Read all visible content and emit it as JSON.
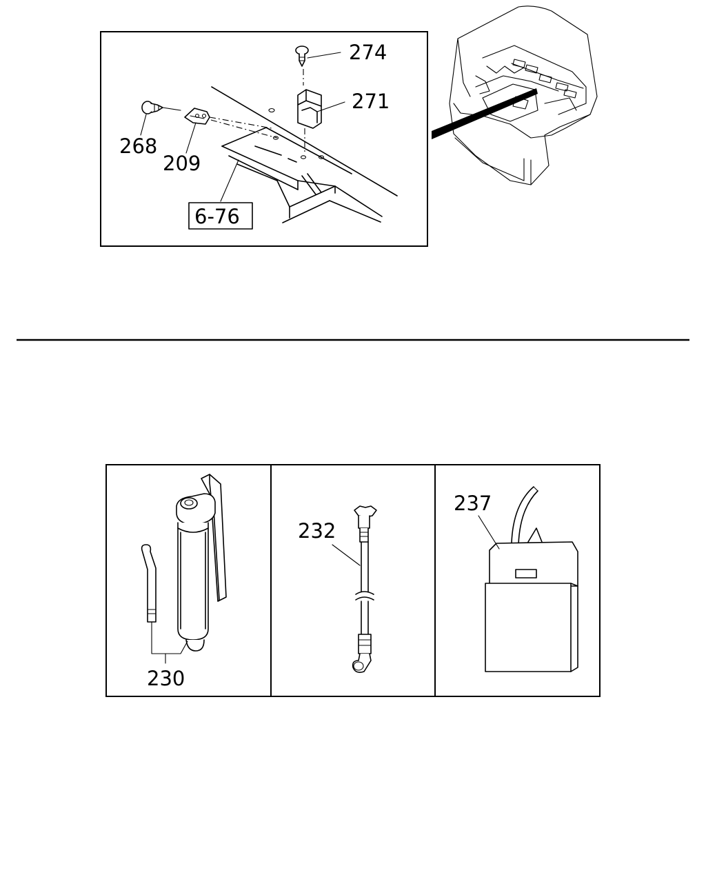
{
  "callouts": {
    "p274": "274",
    "p271": "271",
    "p268": "268",
    "p209": "209",
    "ref": "6-76",
    "p230": "230",
    "p232": "232",
    "p237": "237"
  }
}
